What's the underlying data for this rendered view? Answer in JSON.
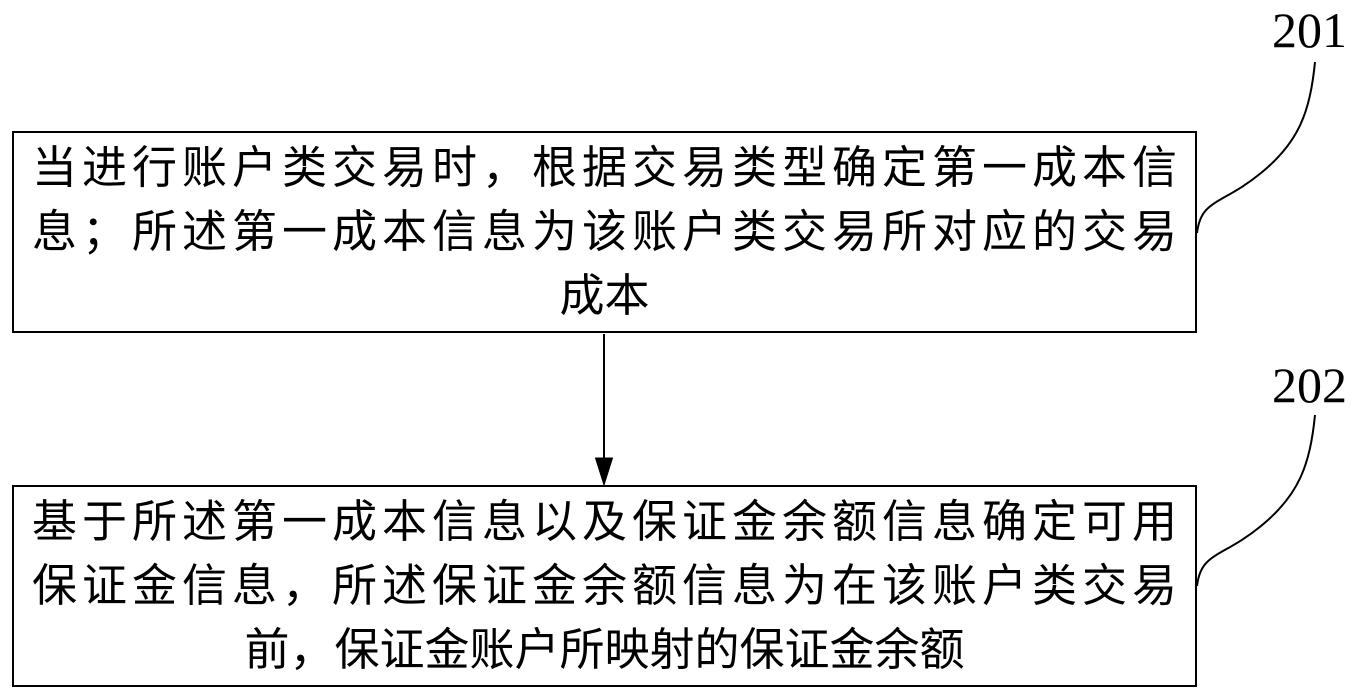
{
  "diagram": {
    "type": "flowchart",
    "background_color": "#ffffff",
    "line_color": "#000000",
    "steps": [
      {
        "ref": "201",
        "lines": [
          "当进行账户类交易时，根据交易类型确定第一成本信",
          "息；所述第一成本信息为该账户类交易所对应的交易",
          "成本"
        ],
        "text": "当进行账户类交易时，根据交易类型确定第一成本信息；所述第一成本信息为该账户类交易所对应的交易成本"
      },
      {
        "ref": "202",
        "lines": [
          "基于所述第一成本信息以及保证金余额信息确定可用",
          "保证金信息，所述保证金余额信息为在该账户类交易",
          "前，保证金账户所映射的保证金余额"
        ],
        "text": "基于所述第一成本信息以及保证金余额信息确定可用保证金信息，所述保证金余额信息为在该账户类交易前，保证金账户所映射的保证金余额"
      }
    ],
    "connector": "arrow-down-from-step1-to-step2"
  }
}
